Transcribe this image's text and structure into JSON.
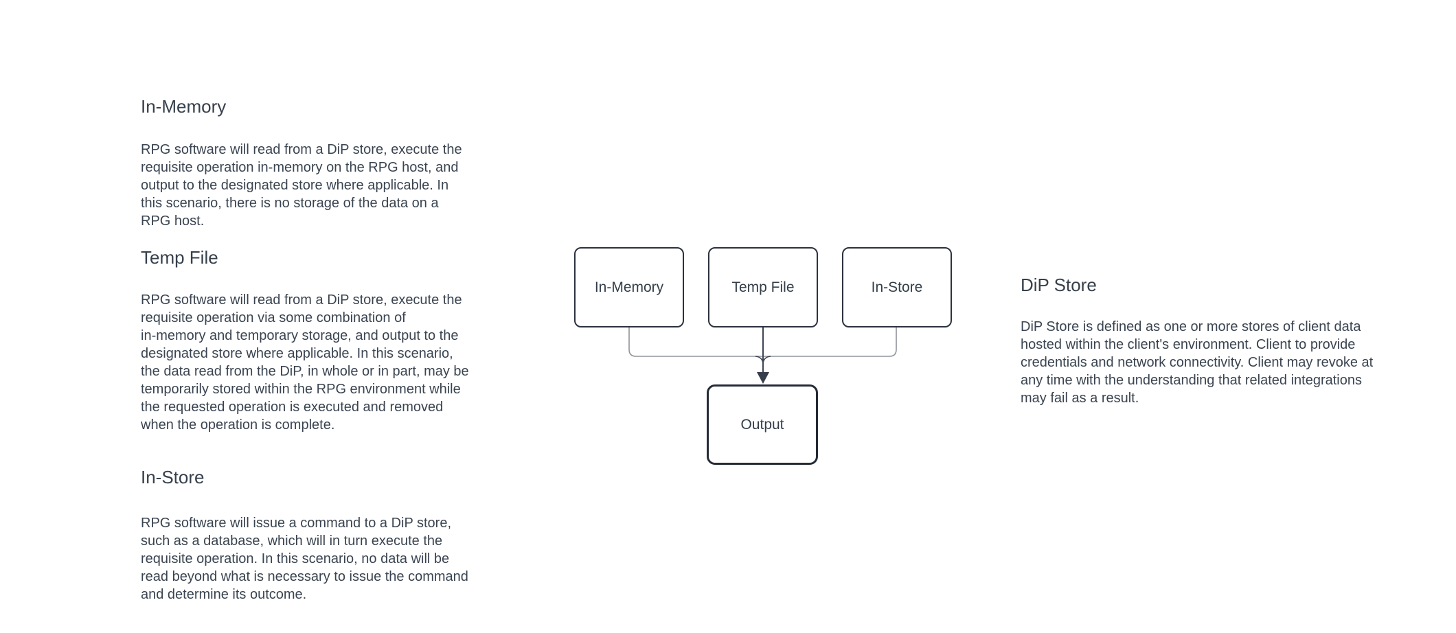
{
  "sections": {
    "in_memory": {
      "heading": "In-Memory",
      "body_lines": [
        "RPG software will read from a DiP store, execute the",
        "requisite operation in-memory on the RPG host, and",
        "output to the designated store where applicable. In",
        "this scenario, there is no storage of the data on a",
        "RPG host."
      ]
    },
    "temp_file": {
      "heading": "Temp File",
      "body_lines": [
        "RPG software will read from a DiP store, execute the",
        "requisite operation via some combination of",
        "in-memory and temporary storage, and output to the",
        "designated store where applicable. In this scenario,",
        "the data read from the DiP, in whole or in part, may be",
        "temporarily stored within the RPG environment while",
        "the requested operation is executed and removed",
        "when the operation is complete."
      ]
    },
    "in_store": {
      "heading": "In-Store",
      "body_lines": [
        "RPG software will issue a command to a DiP store,",
        "such as a database, which will in turn execute the",
        "requisite operation. In this scenario, no data will be",
        "read beyond what is necessary to issue the command",
        "and determine its outcome."
      ]
    },
    "dip_store": {
      "heading": "DiP Store",
      "body_lines": [
        "DiP Store is defined as one or more stores of client data",
        "hosted within the client's environment. Client to provide",
        "credentials and network connectivity. Client may revoke at",
        "any time with the understanding that related integrations",
        "may fail as a result."
      ]
    }
  },
  "diagram": {
    "nodes": [
      {
        "id": "in-memory",
        "label": "In-Memory"
      },
      {
        "id": "temp-file",
        "label": "Temp File"
      },
      {
        "id": "in-store",
        "label": "In-Store"
      },
      {
        "id": "output",
        "label": "Output"
      }
    ],
    "edges": [
      {
        "from": "in-memory",
        "to": "output"
      },
      {
        "from": "temp-file",
        "to": "output"
      },
      {
        "from": "in-store",
        "to": "output"
      }
    ],
    "colors": {
      "background": "#ffffff",
      "text": "#36404b",
      "node_border": "#2b323d",
      "output_node_border": "#242b36",
      "connector_gray": "#91939a",
      "connector_dark": "#3f4654",
      "arrowhead": "#363d4b"
    }
  }
}
